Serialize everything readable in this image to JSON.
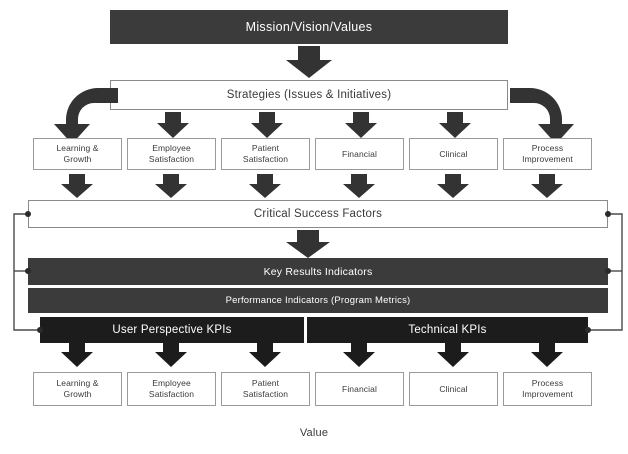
{
  "diagram": {
    "title_bar": "Mission/Vision/Values",
    "strategies_bar": "Strategies (Issues & Initiatives)",
    "critical_success_factors": "Critical Success Factors",
    "key_results_indicators": "Key Results Indicators",
    "performance_indicators": "Performance Indicators (Program Metrics)",
    "kpi_left": "User Perspective KPIs",
    "kpi_right": "Technical KPIs",
    "footer_label": "Value",
    "perspectives_top": [
      {
        "line1": "Learning &",
        "line2": "Growth"
      },
      {
        "line1": "Employee",
        "line2": "Satisfaction"
      },
      {
        "line1": "Patient",
        "line2": "Satisfaction"
      },
      {
        "line1": "Financial",
        "line2": ""
      },
      {
        "line1": "Clinical",
        "line2": ""
      },
      {
        "line1": "Process",
        "line2": "Improvement"
      }
    ],
    "perspectives_bottom": [
      {
        "line1": "Learning &",
        "line2": "Growth"
      },
      {
        "line1": "Employee",
        "line2": "Satisfaction"
      },
      {
        "line1": "Patient",
        "line2": "Satisfaction"
      },
      {
        "line1": "Financial",
        "line2": ""
      },
      {
        "line1": "Clinical",
        "line2": ""
      },
      {
        "line1": "Process",
        "line2": "Improvement"
      }
    ],
    "colors": {
      "bar_dark": "#3b3b3b",
      "bar_black": "#1c1c1c",
      "arrow": "#333333",
      "box_border": "#9a9a9a",
      "connector": "#4a4a4a",
      "text_dark": "#3a3a3a",
      "text_light": "#ffffff",
      "background": "#ffffff"
    }
  }
}
